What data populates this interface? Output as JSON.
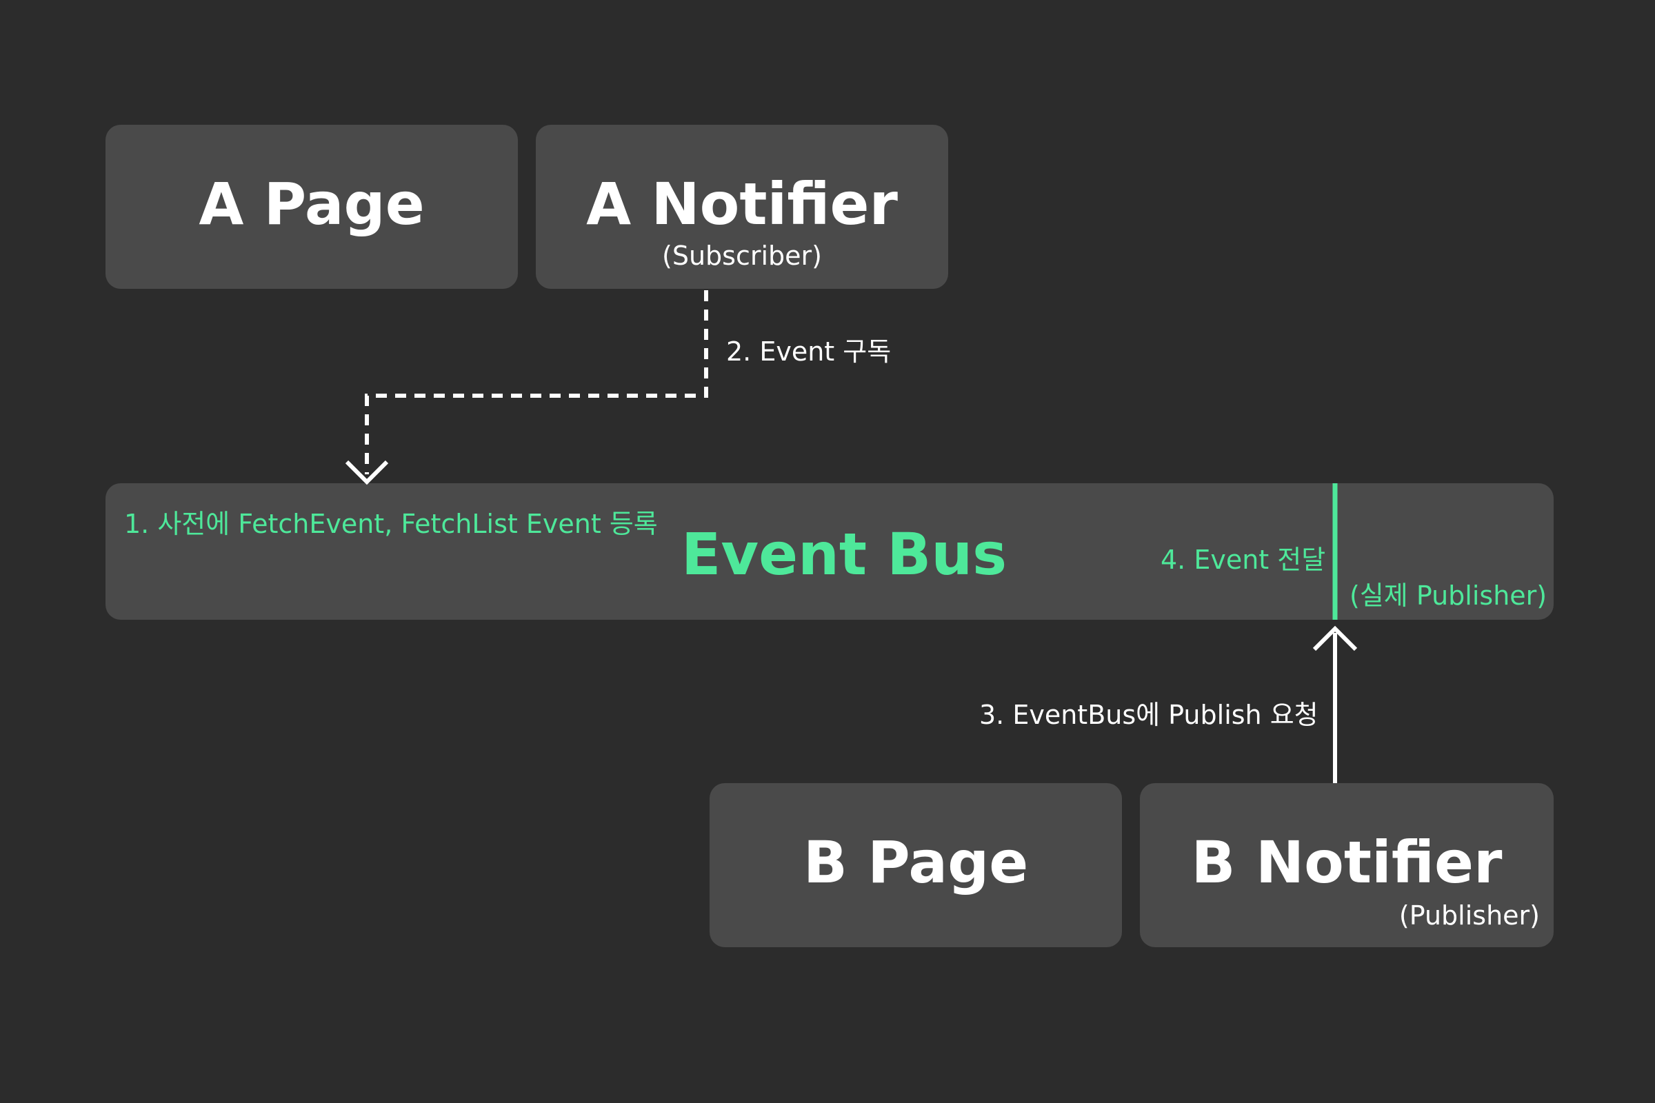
{
  "a_page": {
    "title": "A Page"
  },
  "a_notifier": {
    "title": "A Notifier",
    "role": "(Subscriber)"
  },
  "event_bus": {
    "title": "Event Bus",
    "step1": "1. 사전에 FetchEvent, FetchList Event 등록",
    "step4": "4. Event 전달",
    "real_publisher": "(실제 Publisher)"
  },
  "b_page": {
    "title": "B Page"
  },
  "b_notifier": {
    "title": "B Notifier",
    "role": "(Publisher)"
  },
  "arrows": {
    "step2": "2. Event 구독",
    "step3": "3. EventBus에 Publish 요청"
  },
  "colors": {
    "background": "#2c2c2c",
    "box": "#4a4a4a",
    "accent": "#4ee89a",
    "text": "#ffffff"
  }
}
